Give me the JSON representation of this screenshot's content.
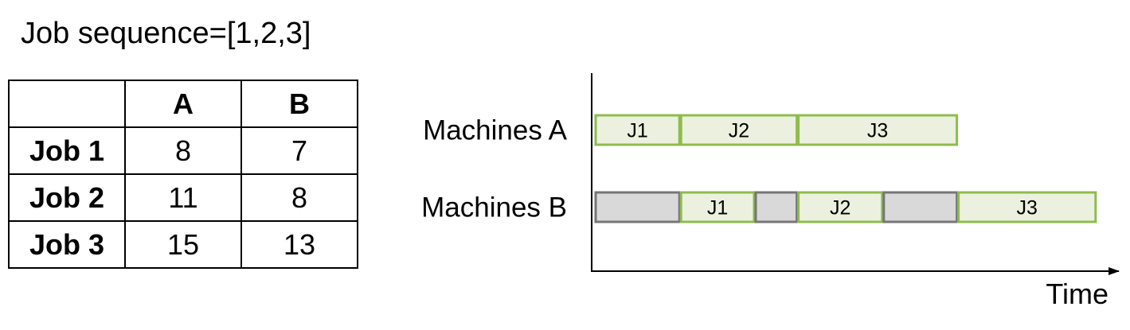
{
  "title": "Job sequence=[1,2,3]",
  "table": {
    "columns": [
      "",
      "A",
      "B"
    ],
    "rows": [
      {
        "job": "Job 1",
        "A": "8",
        "B": "7"
      },
      {
        "job": "Job 2",
        "A": "11",
        "B": "8"
      },
      {
        "job": "Job 3",
        "A": "15",
        "B": "13"
      }
    ]
  },
  "chart_data": {
    "type": "gantt",
    "x_axis_label": "Time",
    "xlim": [
      0,
      40
    ],
    "colors": {
      "job_fill": "#ebf1de",
      "job_border": "#8fbc4d",
      "idle_fill": "#d9d9d9",
      "idle_border": "#767676"
    },
    "machines": [
      {
        "label": "Machines A",
        "segments": [
          {
            "label": "J1",
            "start": 0,
            "end": 8,
            "kind": "job"
          },
          {
            "label": "J2",
            "start": 8,
            "end": 19,
            "kind": "job"
          },
          {
            "label": "J3",
            "start": 19,
            "end": 34,
            "kind": "job"
          }
        ]
      },
      {
        "label": "Machines B",
        "segments": [
          {
            "label": "",
            "start": 0,
            "end": 8,
            "kind": "idle"
          },
          {
            "label": "J1",
            "start": 8,
            "end": 15,
            "kind": "job"
          },
          {
            "label": "",
            "start": 15,
            "end": 19,
            "kind": "idle"
          },
          {
            "label": "J2",
            "start": 19,
            "end": 27,
            "kind": "job"
          },
          {
            "label": "",
            "start": 27,
            "end": 34,
            "kind": "idle"
          },
          {
            "label": "J3",
            "start": 34,
            "end": 47,
            "kind": "job"
          }
        ]
      }
    ]
  }
}
